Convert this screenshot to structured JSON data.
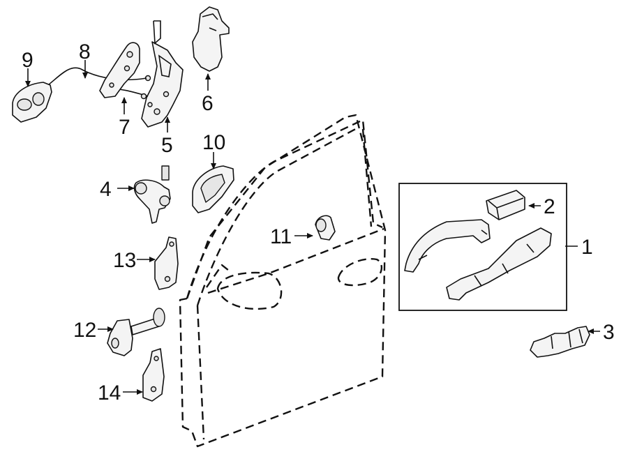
{
  "callouts": {
    "c1": "1",
    "c2": "2",
    "c3": "3",
    "c4": "4",
    "c5": "5",
    "c6": "6",
    "c7": "7",
    "c8": "8",
    "c9": "9",
    "c10": "10",
    "c11": "11",
    "c12": "12",
    "c13": "13",
    "c14": "14"
  },
  "colors": {
    "line": "#111111",
    "background": "#ffffff"
  }
}
